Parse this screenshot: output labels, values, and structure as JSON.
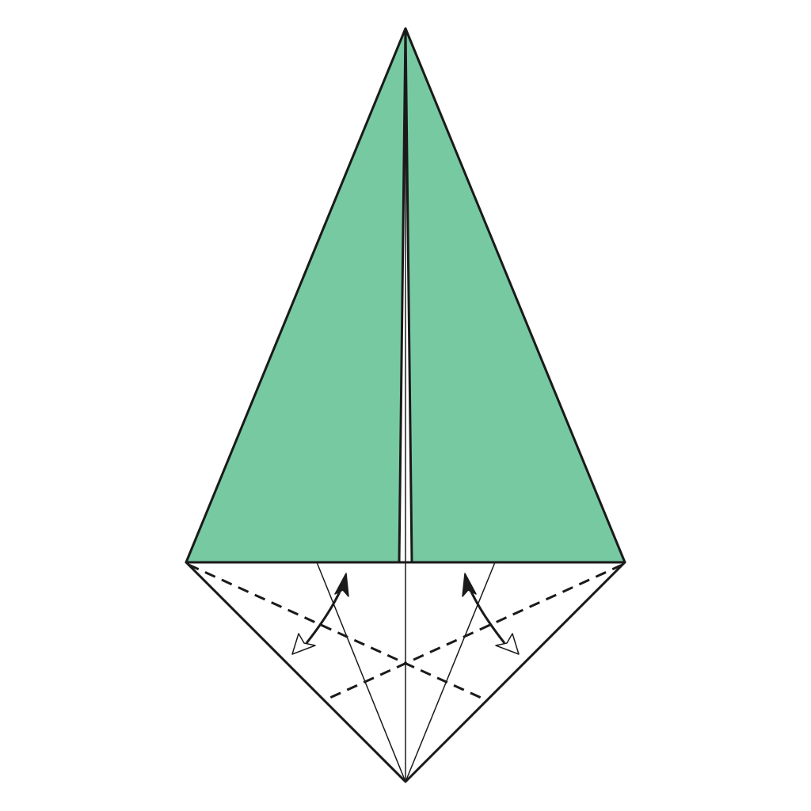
{
  "diagram": {
    "type": "origami-fold-diagram",
    "colors": {
      "paper_colored": "#77C9A1",
      "paper_white": "#FFFFFF",
      "outline": "#1A1A1A",
      "arrow_fill": "#1A1A1A",
      "arrow_hollow": "#FFFFFF",
      "background": "#FFFFFF"
    },
    "components": {
      "colored_flaps": [
        "left-flap",
        "right-flap"
      ],
      "white_region": "bottom-kite-tip",
      "valley_fold_lines": 2,
      "crease_lines": 3,
      "fold_arrows": [
        "left-fold-and-unfold-arrow",
        "right-fold-and-unfold-arrow"
      ]
    }
  }
}
